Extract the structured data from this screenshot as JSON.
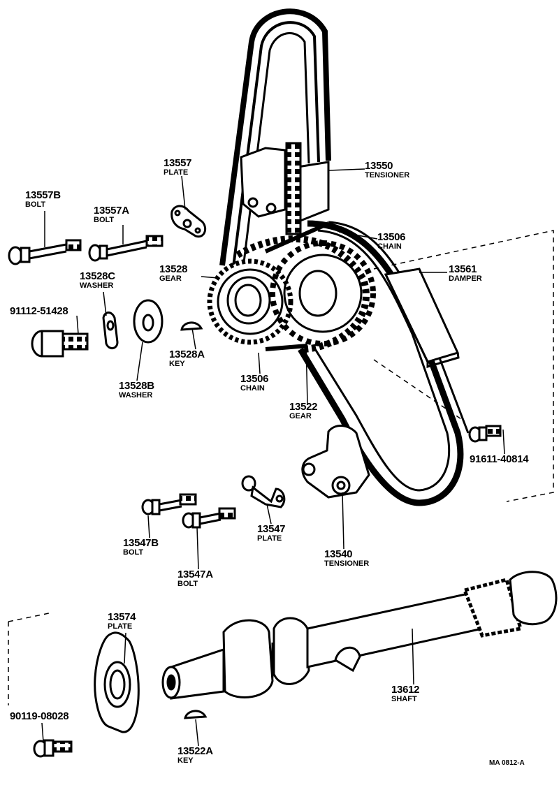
{
  "parts": [
    {
      "id": "tensioner-13550",
      "number": "13550",
      "name": "TENSIONER"
    },
    {
      "id": "plate-13557",
      "number": "13557",
      "name": "PLATE"
    },
    {
      "id": "bolt-13557b",
      "number": "13557B",
      "name": "BOLT"
    },
    {
      "id": "bolt-13557a",
      "number": "13557A",
      "name": "BOLT"
    },
    {
      "id": "chain-13506-upper",
      "number": "13506",
      "name": "CHAIN"
    },
    {
      "id": "gear-13528",
      "number": "13528",
      "name": "GEAR"
    },
    {
      "id": "washer-13528c",
      "number": "13528C",
      "name": "WASHER"
    },
    {
      "id": "damper-13561",
      "number": "13561",
      "name": "DAMPER"
    },
    {
      "id": "bolt-91112",
      "number": "91112-51428",
      "name": ""
    },
    {
      "id": "key-13528a",
      "number": "13528A",
      "name": "KEY"
    },
    {
      "id": "washer-13528b",
      "number": "13528B",
      "name": "WASHER"
    },
    {
      "id": "chain-13506-lower",
      "number": "13506",
      "name": "CHAIN"
    },
    {
      "id": "gear-13522",
      "number": "13522",
      "name": "GEAR"
    },
    {
      "id": "bolt-91611",
      "number": "91611-40814",
      "name": ""
    },
    {
      "id": "plate-13547",
      "number": "13547",
      "name": "PLATE"
    },
    {
      "id": "bolt-13547b",
      "number": "13547B",
      "name": "BOLT"
    },
    {
      "id": "tensioner-13540",
      "number": "13540",
      "name": "TENSIONER"
    },
    {
      "id": "bolt-13547a",
      "number": "13547A",
      "name": "BOLT"
    },
    {
      "id": "plate-13574",
      "number": "13574",
      "name": "PLATE"
    },
    {
      "id": "shaft-13612",
      "number": "13612",
      "name": "SHAFT"
    },
    {
      "id": "bolt-90119",
      "number": "90119-08028",
      "name": ""
    },
    {
      "id": "key-13522a",
      "number": "13522A",
      "name": "KEY"
    }
  ],
  "figure_ref": "MA 0812-A"
}
